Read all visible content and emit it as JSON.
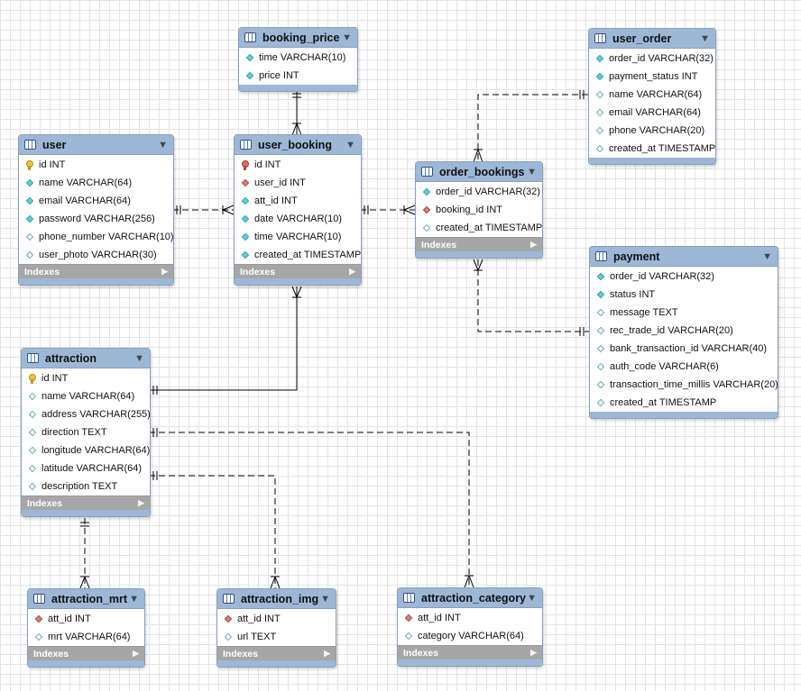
{
  "tables": [
    {
      "key": "booking_price",
      "name": "booking_price",
      "indexes": false,
      "fields": [
        {
          "icon": "diamond",
          "text": "time VARCHAR(10)"
        },
        {
          "icon": "diamond",
          "text": "price INT"
        }
      ]
    },
    {
      "key": "user_order",
      "name": "user_order",
      "indexes": false,
      "fields": [
        {
          "icon": "diamond",
          "text": "order_id VARCHAR(32)"
        },
        {
          "icon": "diamond",
          "text": "payment_status INT"
        },
        {
          "icon": "diamond-open",
          "text": "name VARCHAR(64)"
        },
        {
          "icon": "diamond-open",
          "text": "email VARCHAR(64)"
        },
        {
          "icon": "diamond-open",
          "text": "phone VARCHAR(20)"
        },
        {
          "icon": "diamond-open",
          "text": "created_at TIMESTAMP"
        }
      ]
    },
    {
      "key": "user",
      "name": "user",
      "indexes": true,
      "fields": [
        {
          "icon": "key",
          "text": "id INT"
        },
        {
          "icon": "diamond",
          "text": "name VARCHAR(64)"
        },
        {
          "icon": "diamond",
          "text": "email VARCHAR(64)"
        },
        {
          "icon": "diamond",
          "text": "password VARCHAR(256)"
        },
        {
          "icon": "diamond-open",
          "text": "phone_number VARCHAR(10)"
        },
        {
          "icon": "diamond-open",
          "text": "user_photo VARCHAR(30)"
        }
      ]
    },
    {
      "key": "user_booking",
      "name": "user_booking",
      "indexes": true,
      "fields": [
        {
          "icon": "key-red",
          "text": "id INT"
        },
        {
          "icon": "diamond-red",
          "text": "user_id INT"
        },
        {
          "icon": "diamond",
          "text": "att_id INT"
        },
        {
          "icon": "diamond",
          "text": "date VARCHAR(10)"
        },
        {
          "icon": "diamond",
          "text": "time VARCHAR(10)"
        },
        {
          "icon": "diamond",
          "text": "created_at TIMESTAMP"
        }
      ]
    },
    {
      "key": "order_bookings",
      "name": "order_bookings",
      "indexes": true,
      "fields": [
        {
          "icon": "diamond",
          "text": "order_id VARCHAR(32)"
        },
        {
          "icon": "diamond-red",
          "text": "booking_id INT"
        },
        {
          "icon": "diamond-open",
          "text": "created_at TIMESTAMP"
        }
      ]
    },
    {
      "key": "payment",
      "name": "payment",
      "indexes": false,
      "fields": [
        {
          "icon": "diamond",
          "text": "order_id VARCHAR(32)"
        },
        {
          "icon": "diamond",
          "text": "status INT"
        },
        {
          "icon": "diamond-open",
          "text": "message TEXT"
        },
        {
          "icon": "diamond-open",
          "text": "rec_trade_id VARCHAR(20)"
        },
        {
          "icon": "diamond-open",
          "text": "bank_transaction_id VARCHAR(40)"
        },
        {
          "icon": "diamond-open",
          "text": "auth_code VARCHAR(6)"
        },
        {
          "icon": "diamond-open",
          "text": "transaction_time_millis VARCHAR(20)"
        },
        {
          "icon": "diamond-open",
          "text": "created_at TIMESTAMP"
        }
      ]
    },
    {
      "key": "attraction",
      "name": "attraction",
      "indexes": true,
      "fields": [
        {
          "icon": "key",
          "text": "id INT"
        },
        {
          "icon": "diamond-open",
          "text": "name VARCHAR(64)"
        },
        {
          "icon": "diamond-open",
          "text": "address VARCHAR(255)"
        },
        {
          "icon": "diamond-open",
          "text": "direction TEXT"
        },
        {
          "icon": "diamond-open",
          "text": "longitude VARCHAR(64)"
        },
        {
          "icon": "diamond-open",
          "text": "latitude VARCHAR(64)"
        },
        {
          "icon": "diamond-open",
          "text": "description TEXT"
        }
      ]
    },
    {
      "key": "attraction_mrt",
      "name": "attraction_mrt",
      "indexes": true,
      "fields": [
        {
          "icon": "diamond-red",
          "text": "att_id INT"
        },
        {
          "icon": "diamond-open",
          "text": "mrt VARCHAR(64)"
        }
      ]
    },
    {
      "key": "attraction_img",
      "name": "attraction_img",
      "indexes": true,
      "fields": [
        {
          "icon": "diamond-red",
          "text": "att_id INT"
        },
        {
          "icon": "diamond-open",
          "text": "url TEXT"
        }
      ]
    },
    {
      "key": "attraction_category",
      "name": "attraction_category",
      "indexes": true,
      "fields": [
        {
          "icon": "diamond-red",
          "text": "att_id INT"
        },
        {
          "icon": "diamond-open",
          "text": "category VARCHAR(64)"
        }
      ]
    }
  ],
  "indexes_label": "Indexes",
  "relationships": [
    {
      "from": "booking_price",
      "to": "user_booking",
      "style": "solid"
    },
    {
      "from": "user",
      "to": "user_booking",
      "style": "dashed"
    },
    {
      "from": "user_booking",
      "to": "order_bookings",
      "style": "dashed"
    },
    {
      "from": "user_order",
      "to": "order_bookings",
      "style": "dashed"
    },
    {
      "from": "order_bookings",
      "to": "payment",
      "style": "dashed"
    },
    {
      "from": "attraction",
      "to": "user_booking",
      "style": "solid"
    },
    {
      "from": "attraction",
      "to": "attraction_mrt",
      "style": "dashed"
    },
    {
      "from": "attraction",
      "to": "attraction_img",
      "style": "dashed"
    },
    {
      "from": "attraction",
      "to": "attraction_category",
      "style": "dashed"
    }
  ],
  "colors": {
    "header": "#9db7d7",
    "indexes_bar": "#a6a6a6",
    "line": "#000000"
  }
}
